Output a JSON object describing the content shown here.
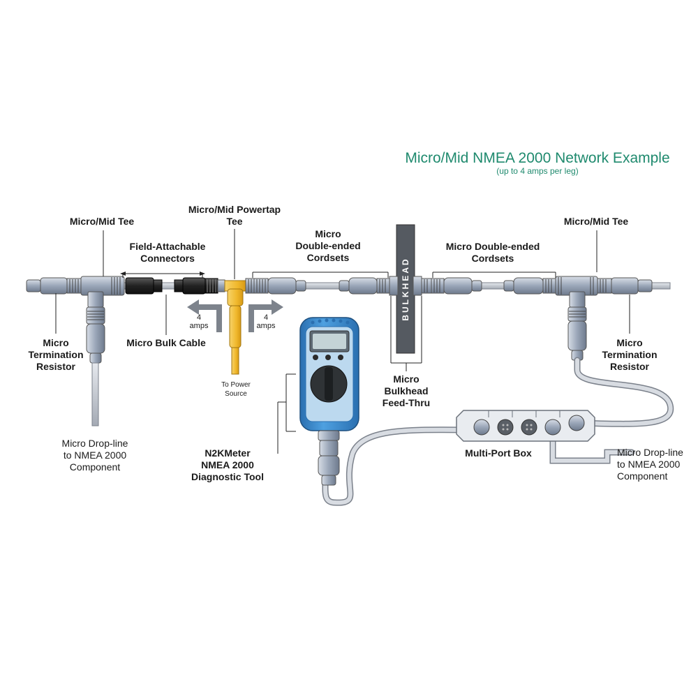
{
  "title": "Micro/Mid NMEA 2000 Network Example",
  "subtitle": "(up to 4 amps per leg)",
  "labels": {
    "tee_left": "Micro/Mid Tee",
    "field_attach_1": "Field-Attachable",
    "field_attach_2": "Connectors",
    "powertap_1": "Micro/Mid Powertap",
    "powertap_2": "Tee",
    "double_ended_left_1": "Micro",
    "double_ended_left_2": "Double-ended",
    "double_ended_left_3": "Cordsets",
    "double_ended_right_1": "Micro Double-ended",
    "double_ended_right_2": "Cordsets",
    "tee_right": "Micro/Mid Tee",
    "term_left_1": "Micro",
    "term_left_2": "Termination",
    "term_left_3": "Resistor",
    "bulk_cable": "Micro Bulk Cable",
    "amps_left_1": "4",
    "amps_left_2": "amps",
    "amps_right_1": "4",
    "amps_right_2": "amps",
    "power_source_1": "To Power",
    "power_source_2": "Source",
    "bulkhead_text": "BULKHEAD",
    "bulkhead_1": "Micro",
    "bulkhead_2": "Bulkhead",
    "bulkhead_3": "Feed-Thru",
    "term_right_1": "Micro",
    "term_right_2": "Termination",
    "term_right_3": "Resistor",
    "drop_left_1": "Micro Drop-line",
    "drop_left_2": "to NMEA 2000",
    "drop_left_3": "Component",
    "meter_1": "N2KMeter",
    "meter_2": "NMEA 2000",
    "meter_3": "Diagnostic Tool",
    "multiport": "Multi-Port Box",
    "drop_right_1": "Micro Drop-line",
    "drop_right_2": "to NMEA 2000",
    "drop_right_3": "Component"
  },
  "colors": {
    "title": "#1f8a6e",
    "cable": "#c9cdd3",
    "connector": "#a9b4c6",
    "black_connector": "#2a2a2a",
    "powertap": "#f3c23a",
    "meter_body": "#3b8ed3",
    "bulkhead": "#555a61"
  }
}
